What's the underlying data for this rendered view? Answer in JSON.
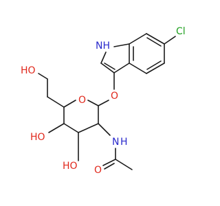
{
  "molecule": {
    "atom_labels": {
      "cl": "Cl",
      "indole_nh": "NH",
      "glycosidic_o": "O",
      "ring_o": "O",
      "ch2oh": "HO",
      "oh4": "HO",
      "oh3": "HO",
      "amide_n": "N",
      "amide_h": "H",
      "carbonyl_o": "O"
    },
    "colors": {
      "bond": "#1a1a1a",
      "oxygen": "#e0281c",
      "nitrogen": "#2a2acc",
      "chlorine": "#1fa01f"
    }
  }
}
